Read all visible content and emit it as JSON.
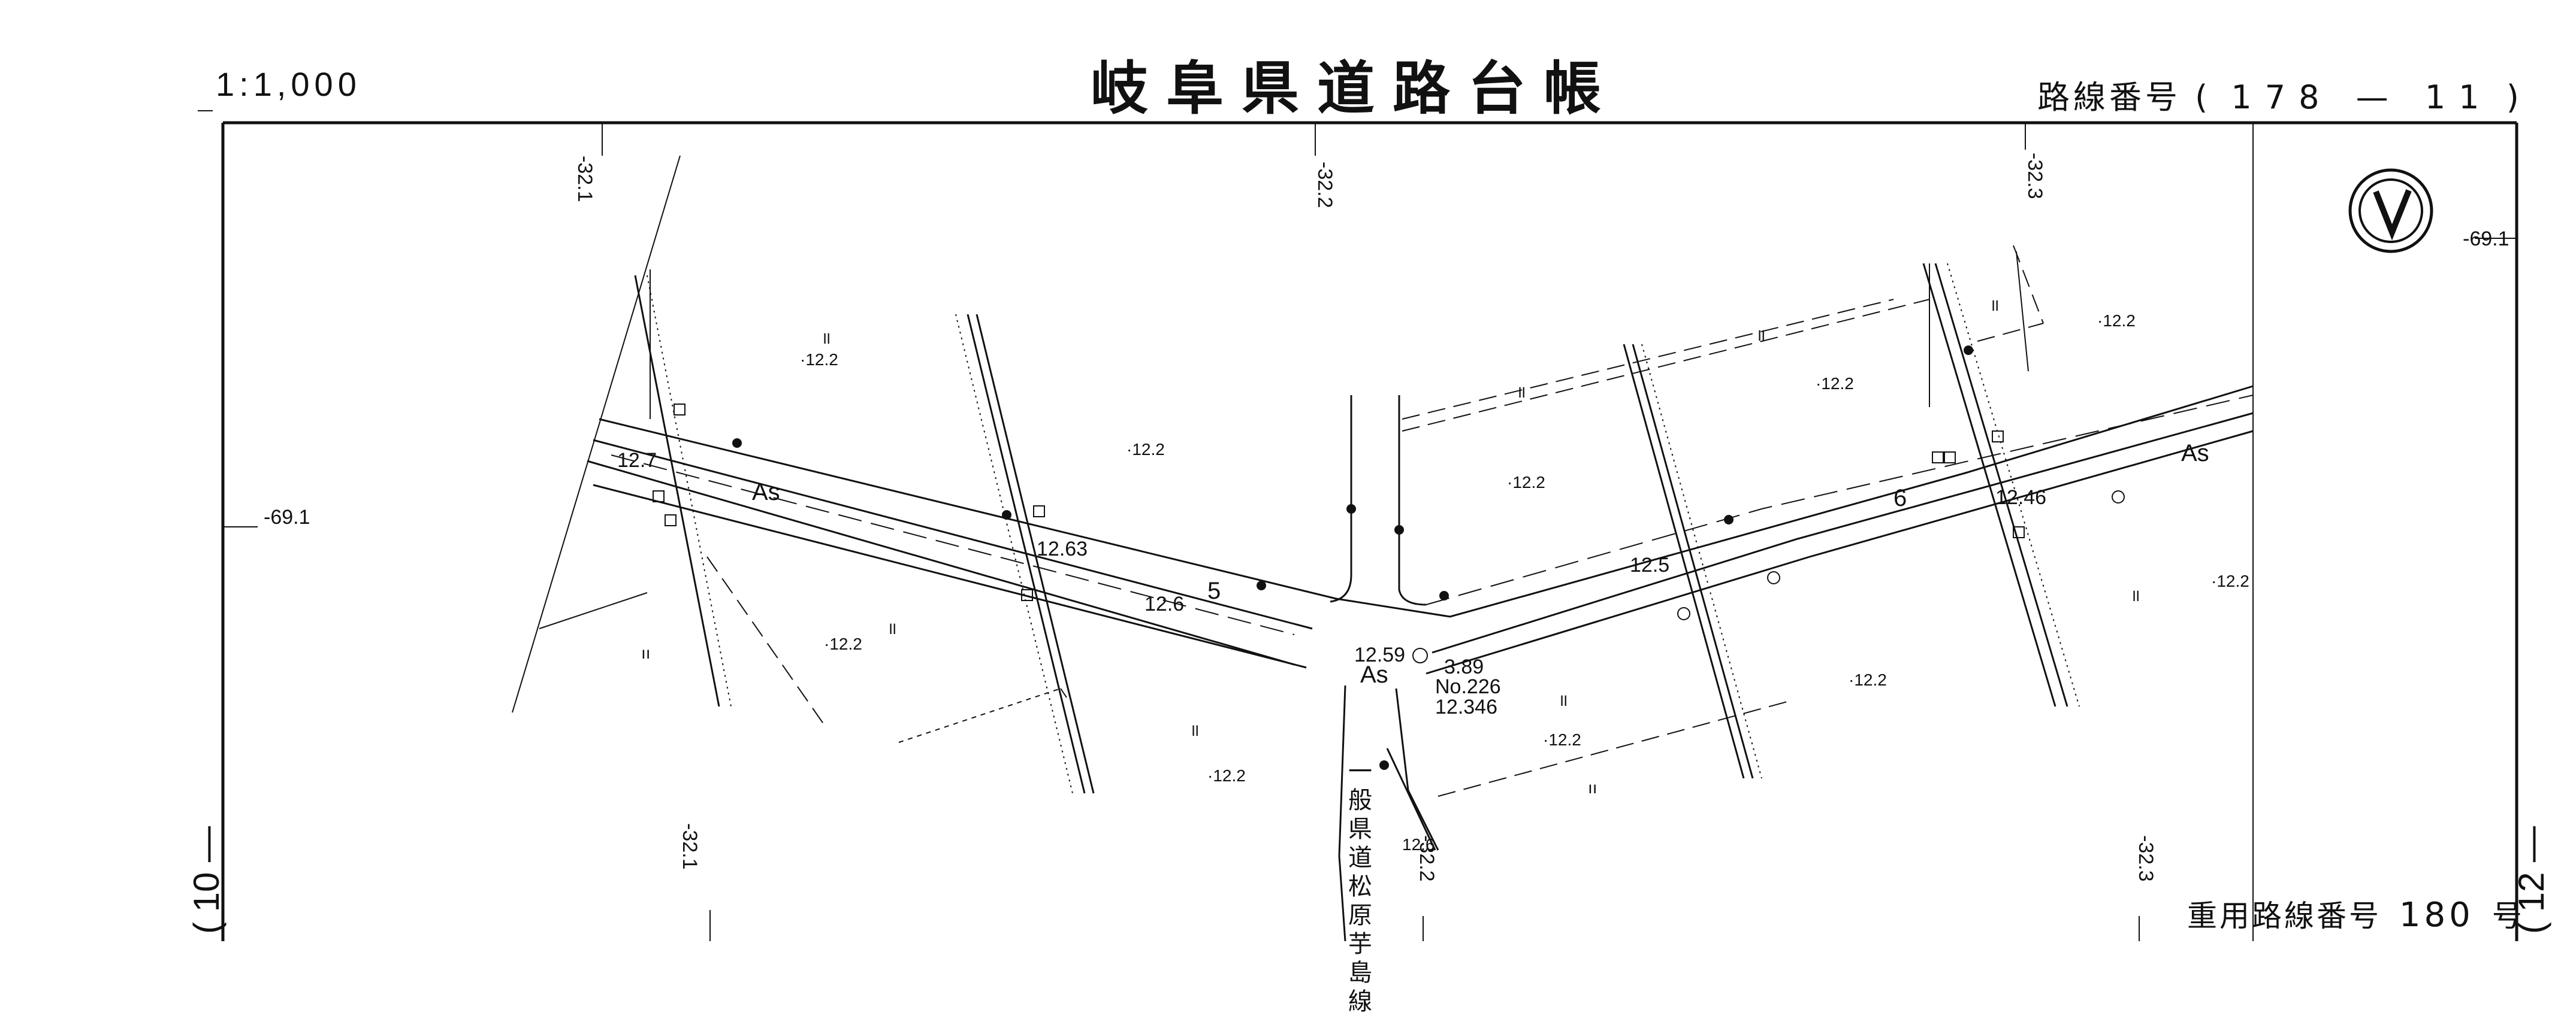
{
  "header": {
    "title": "岐阜県道路台帳",
    "scale": "1:1,000",
    "route_label": "路線番号",
    "route_open": "(",
    "route_number": "178 — 11",
    "route_close": ")"
  },
  "footer": {
    "overlap_label": "重用路線番号",
    "overlap_number": "180",
    "overlap_suffix": "号"
  },
  "sheet_refs": {
    "left": "( 10 —",
    "right": "( 12 —"
  },
  "grid_labels": {
    "top_1": "-32.1",
    "top_2": "-32.2",
    "top_3": "-32.3",
    "bottom_1": "-32.1",
    "bottom_2": "-32.2",
    "bottom_3": "-32.3",
    "left_y": "-69.1",
    "right_y": "-69.1"
  },
  "map_labels": {
    "elev": "·12.2",
    "elev_12_7": "12.7",
    "elev_12_63": "12.63",
    "elev_12_6": "12.6",
    "elev_12_59": "12.59",
    "elev_12_5": "12.5",
    "elev_12_46": "12.46",
    "elev_12_6b": "12.6",
    "surface": "As",
    "km_5": "5",
    "km_6": "6",
    "bm_dist": "3.89",
    "bm_no": "No.226",
    "bm_elev": "12.346",
    "paddy": "॥",
    "dry": "ıı",
    "side_road": "一般県道松原芋島線"
  },
  "north_arrow": {
    "icon": "north-arrow-icon"
  }
}
